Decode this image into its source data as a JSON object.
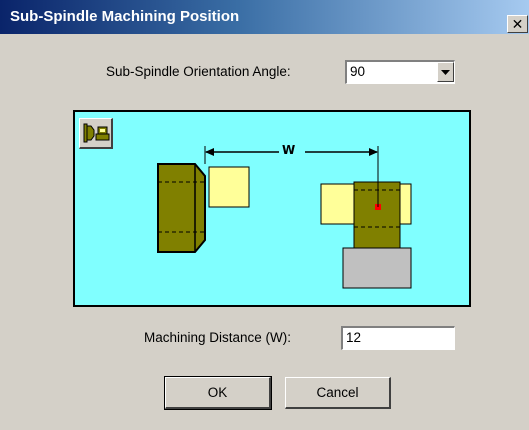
{
  "window": {
    "title": "Sub-Spindle Machining Position"
  },
  "orientation": {
    "label": "Sub-Spindle Orientation Angle:",
    "value": "90"
  },
  "diagram": {
    "dimension_label": "W",
    "colors": {
      "background": "#80ffff",
      "spindle": "#808000",
      "workpiece": "#ffff99",
      "base": "#c0c0c0",
      "marker": "#ff0000"
    }
  },
  "distance": {
    "label": "Machining Distance (W):",
    "value": "12"
  },
  "buttons": {
    "ok": "OK",
    "cancel": "Cancel"
  }
}
